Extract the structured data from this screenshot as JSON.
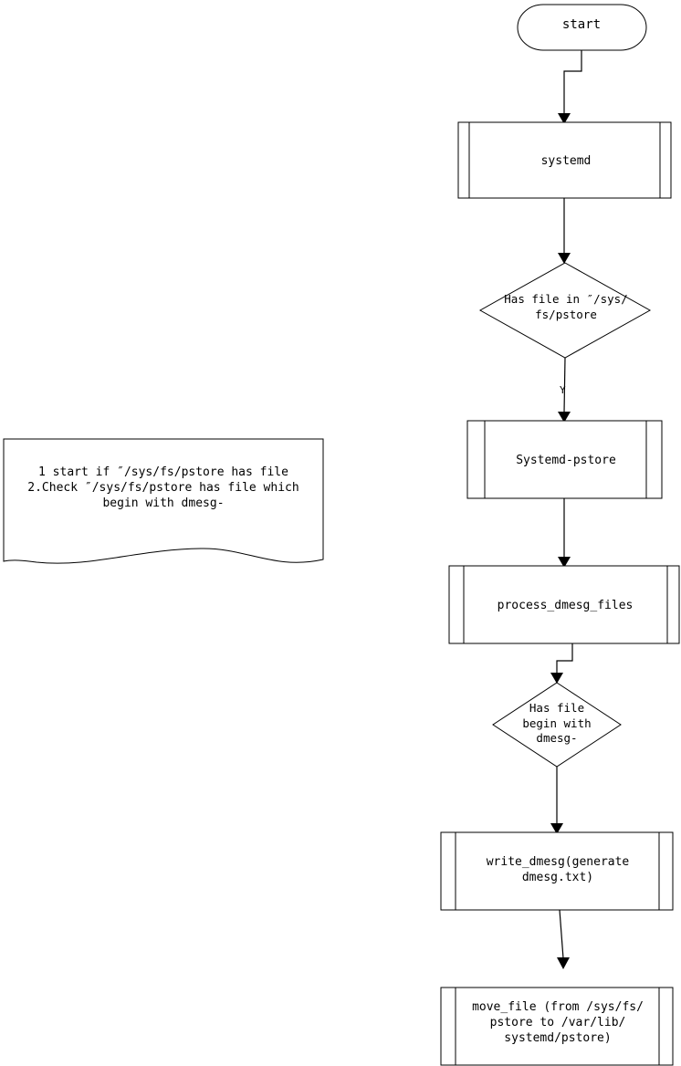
{
  "diagram": {
    "title": "systemd pstore dmesg flow",
    "background": "#ffffff",
    "stroke": "#000000"
  },
  "nodes": {
    "start": {
      "label": "start",
      "shape": "stadium"
    },
    "systemd": {
      "label": "systemd",
      "shape": "predefined-process"
    },
    "decision_pstore": {
      "label": "Has file in ″/sys/\nfs/pstore",
      "shape": "diamond"
    },
    "systemd_pstore": {
      "label": "Systemd-pstore",
      "shape": "predefined-process"
    },
    "process_dmesg_files": {
      "label": "process_dmesg_files",
      "shape": "predefined-process"
    },
    "decision_dmesg": {
      "label": "Has file\nbegin with\ndmesg-",
      "shape": "diamond"
    },
    "write_dmesg": {
      "label": "write_dmesg(generate\ndmesg.txt)",
      "shape": "predefined-process"
    },
    "move_file": {
      "label": "move_file (from /sys/fs/\npstore to /var/lib/\nsystemd/pstore)",
      "shape": "predefined-process"
    }
  },
  "edges": {
    "start_to_systemd": {
      "label": ""
    },
    "systemd_to_decision": {
      "label": ""
    },
    "decision_to_pstore": {
      "label": "Y"
    },
    "pstore_to_process": {
      "label": ""
    },
    "process_to_decision2": {
      "label": ""
    },
    "decision2_to_write": {
      "label": ""
    },
    "write_to_move": {
      "label": ""
    }
  },
  "note": {
    "shape": "document",
    "text": "1 start if ″/sys/fs/pstore has file\n2.Check ″/sys/fs/pstore has file which\nbegin with dmesg-"
  }
}
